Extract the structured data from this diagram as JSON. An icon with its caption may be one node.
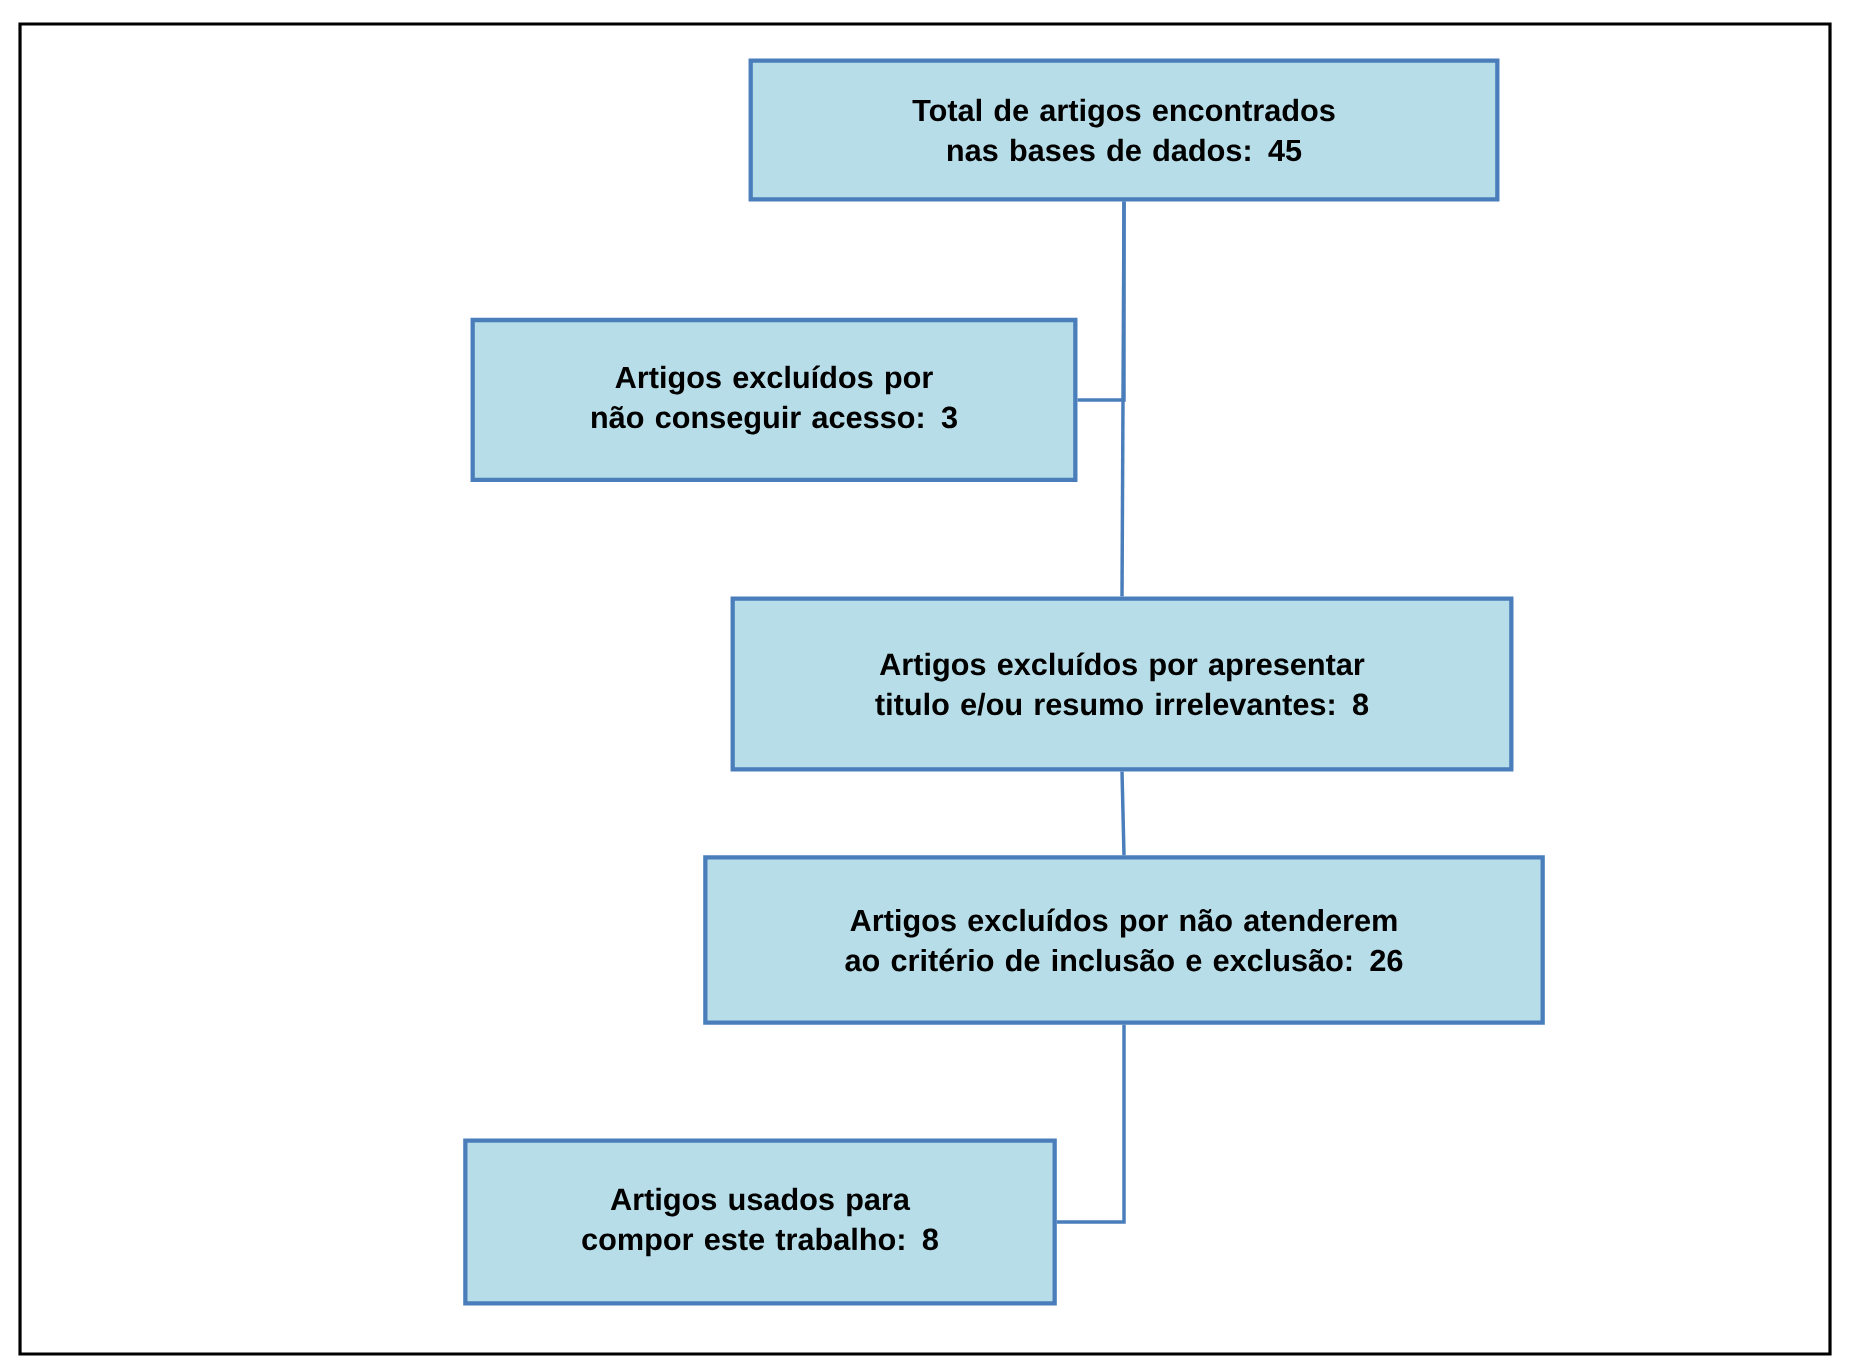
{
  "diagram": {
    "nodes": [
      {
        "text": [
          "Total de artigos encontrados nas bases de dados: 45"
        ]
      },
      {
        "text": [
          "Artigos excluídos por não conseguir acesso: 3"
        ]
      },
      {
        "text": [
          "Artigos excluídos por apresentar titulo e/ou resumo irrelevantes: 8"
        ]
      },
      {
        "text": [
          "Artigos excluídos por não atenderem ao critério de inclusão e exclusão: 26"
        ]
      },
      {
        "text": [
          "Artigos usados para compor este trabalho: 8"
        ]
      }
    ],
    "edges": [
      {
        "from": 0,
        "to": 1,
        "arrow": "none"
      },
      {
        "from": 0,
        "to": 2,
        "arrow": "none"
      },
      {
        "from": 2,
        "to": 3,
        "arrow": "none"
      },
      {
        "from": 3,
        "to": 4,
        "arrow": "none"
      }
    ]
  }
}
